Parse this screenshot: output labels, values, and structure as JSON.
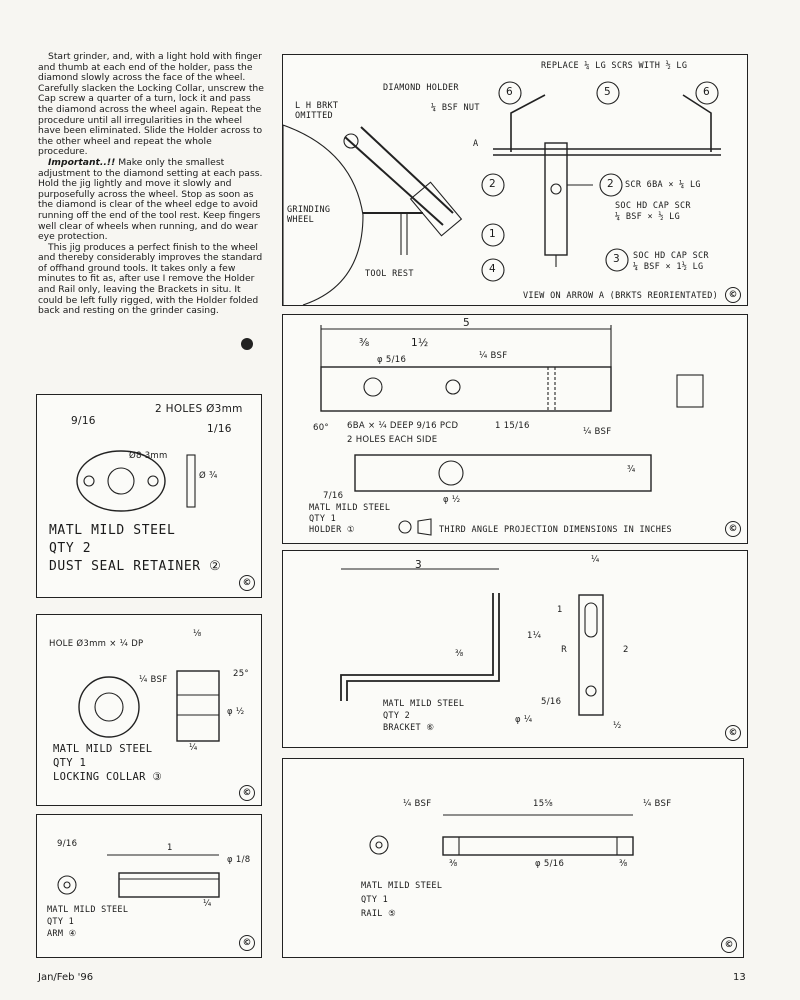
{
  "article": {
    "p1": "Start grinder, and, with a light hold with finger and thumb at each end of the holder, pass the diamond slowly across the face of the wheel. Carefully slacken the Locking Collar, unscrew the Cap screw a quarter of a turn, lock it and pass the diamond across the wheel again. Repeat the procedure until all irregularities in the wheel have been eliminated. Slide the Holder across to the other wheel and repeat the whole procedure.",
    "p2_lead": "Important..!!",
    "p2": " Make only the smallest adjustment to the diamond setting at each pass. Hold the jig lightly and move it slowly and purposefully across the wheel. Stop as soon as the diamond is clear of the wheel edge to avoid running off the end of the tool rest. Keep fingers well clear of wheels when running, and do wear eye protection.",
    "p3": "This jig produces a perfect finish to the wheel and thereby considerably improves the standard of offhand ground tools. It takes only a few minutes to fit as, after use I remove the Holder and Rail only, leaving the Brackets in situ. It could be left fully rigged, with the Holder folded back and resting on the grinder casing."
  },
  "footer": {
    "issue": "Jan/Feb '96",
    "page": "13"
  },
  "copyright": "©",
  "assembly": {
    "replace": "REPLACE ¼ LG SCRS WITH ½ LG",
    "diamond_holder": "DIAMOND HOLDER",
    "lh_brkt": "L H BRKT",
    "omitted": "OMITTED",
    "bsf_nut": "¼ BSF NUT",
    "arrow_a": "A",
    "grinding": "GRINDING",
    "wheel": "WHEEL",
    "tool_rest": "TOOL REST",
    "scr_6ba": "SCR 6BA × ¼ LG",
    "soc1a": "SOC HD CAP SCR",
    "soc1b": "¼ BSF × ½ LG",
    "soc2a": "SOC HD CAP SCR",
    "soc2b": "¼ BSF × 1½ LG",
    "view": "VIEW ON ARROW A  (BRKTS REORIENTATED)",
    "balloons": [
      "6",
      "5",
      "6",
      "2",
      "2",
      "1",
      "4",
      "3"
    ]
  },
  "holder": {
    "d5": "5",
    "d38": "⅜",
    "d112": "1½",
    "phi516": "φ 5/16",
    "bsf1": "¼ BSF",
    "d60": "60°",
    "d6ba": "6BA × ¼ DEEP  9/16 PCD",
    "holes": "2 HOLES EACH SIDE",
    "d1516": "1 15/16",
    "bsf2": "¼ BSF",
    "phi12": "φ ½",
    "h34": "¾",
    "w716": "7/16",
    "matl": "MATL MILD STEEL",
    "qty": "QTY 1",
    "name": "HOLDER ①",
    "projection": "THIRD ANGLE PROJECTION   DIMENSIONS IN INCHES"
  },
  "seal": {
    "holes": "2 HOLES Ø3mm",
    "d916": "9/16",
    "d116": "1/16",
    "d8mm": "Ø8 3mm",
    "d34": "Ø ¾",
    "matl": "MATL MILD STEEL",
    "qty": "QTY 2",
    "name": "DUST SEAL RETAINER ②"
  },
  "collar": {
    "hole": "HOLE Ø3mm × ¼ DP",
    "d18": "⅛",
    "bsf": "¼ BSF",
    "d25": "25°",
    "d12": "φ ½",
    "d14": "¼",
    "matl": "MATL MILD STEEL",
    "qty": "QTY 1",
    "name": "LOCKING COLLAR ③"
  },
  "bracket": {
    "d3": "3",
    "d14": "¼",
    "d1": "1",
    "r": "R",
    "d114": "1¼",
    "d2": "2",
    "d38": "⅜",
    "d516": "5/16",
    "phi14": "φ ¼",
    "d12": "½",
    "matl": "MATL MILD STEEL",
    "qty": "QTY 2",
    "name": "BRACKET ⑥"
  },
  "arm": {
    "d916": "9/16",
    "d1": "1",
    "phi": "φ 1/8",
    "d14": "¼",
    "matl": "MATL MILD STEEL",
    "qty": "QTY 1",
    "name": "ARM ④"
  },
  "rail": {
    "bsf1": "¼ BSF",
    "bsf2": "¼ BSF",
    "d1558": "15⅝",
    "d38a": "⅜",
    "d516": "φ 5/16",
    "d38b": "⅜",
    "matl": "MATL MILD STEEL",
    "qty": "QTY 1",
    "name": "RAIL ⑤"
  }
}
